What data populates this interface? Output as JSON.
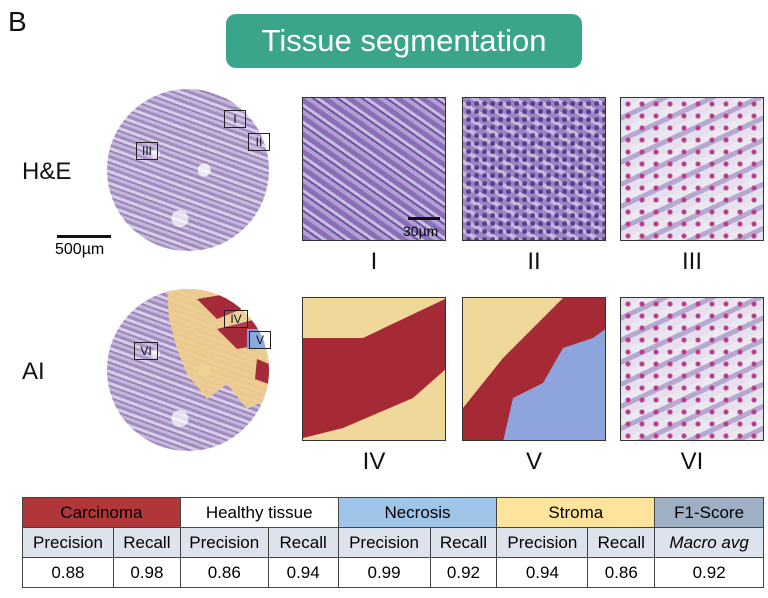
{
  "panel_letter": "B",
  "title": "Tissue segmentation",
  "rows": {
    "he_label": "H&E",
    "ai_label": "AI"
  },
  "scale_bars": {
    "overview": "500µm",
    "tile": "30µm"
  },
  "region_markers": {
    "he": [
      "I",
      "II",
      "III"
    ],
    "ai": [
      "IV",
      "V",
      "VI"
    ]
  },
  "tile_labels": [
    "I",
    "II",
    "III",
    "IV",
    "V",
    "VI"
  ],
  "colors": {
    "title_bg": "#3aa58a",
    "carcinoma": "#b0363a",
    "healthy": "#ffffff",
    "necrosis": "#9fc5e8",
    "stroma": "#fde49c",
    "f1": "#a0b0c4"
  },
  "table": {
    "headers": [
      "Carcinoma",
      "Healthy tissue",
      "Necrosis",
      "Stroma",
      "F1-Score"
    ],
    "subheaders": [
      "Precision",
      "Recall",
      "Precision",
      "Recall",
      "Precision",
      "Recall",
      "Precision",
      "Recall",
      "Macro avg"
    ],
    "values": [
      "0.88",
      "0.98",
      "0.86",
      "0.94",
      "0.99",
      "0.92",
      "0.94",
      "0.86",
      "0.92"
    ]
  }
}
